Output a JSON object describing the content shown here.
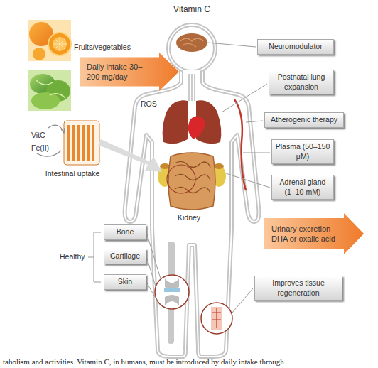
{
  "diagram": {
    "title": "Vitamin C",
    "caption": "tabolism and activities. Vitamin C, in humans, must be introduced by daily intake through",
    "nodes": [
      {
        "text": [
          "Daily intake 30–200 mg/day"
        ]
      },
      {
        "text": [
          "Neuromodulator"
        ]
      },
      {
        "text": [
          "Postnatal lung expansion"
        ]
      },
      {
        "text": [
          "Atherogenic therapy"
        ]
      },
      {
        "text": [
          "Plasma (50–150 μM)"
        ]
      },
      {
        "text": [
          "Adrenal gland (1–10 mM)"
        ]
      },
      {
        "text": [
          "Urinary excretion DHA or oxalic acid"
        ]
      },
      {
        "text": [
          "Improves tissue regeneration"
        ]
      },
      {
        "text": [
          "Bone"
        ]
      },
      {
        "text": [
          "Cartilage"
        ]
      },
      {
        "text": [
          "Skin"
        ]
      }
    ],
    "labels": [
      "Fruits/vegetables",
      "ROS",
      "VitC",
      "Fe(II)",
      "Intestinal uptake",
      "Kidney",
      "Healthy"
    ]
  }
}
